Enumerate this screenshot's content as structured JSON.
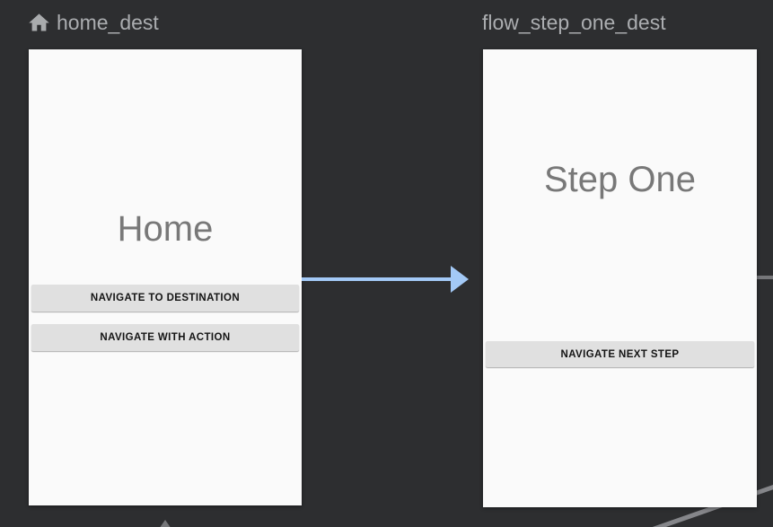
{
  "destinations": {
    "home": {
      "label": "home_dest",
      "screen_title": "Home",
      "buttons": {
        "to_destination": "NAVIGATE TO DESTINATION",
        "with_action": "NAVIGATE WITH ACTION"
      }
    },
    "step_one": {
      "label": "flow_step_one_dest",
      "screen_title": "Step One",
      "buttons": {
        "next_step": "NAVIGATE NEXT STEP"
      }
    }
  },
  "icons": {
    "start_destination": "home-icon"
  },
  "colors": {
    "canvas_background": "#2d2e30",
    "card_background": "#fafafa",
    "destination_label_text": "#abadb0",
    "screen_title_text": "#787878",
    "preview_button_background": "#e0e0e0",
    "preview_button_text": "#141414",
    "action_edge_blue": "#a3c9f6",
    "edge_gray": "#85868a"
  }
}
